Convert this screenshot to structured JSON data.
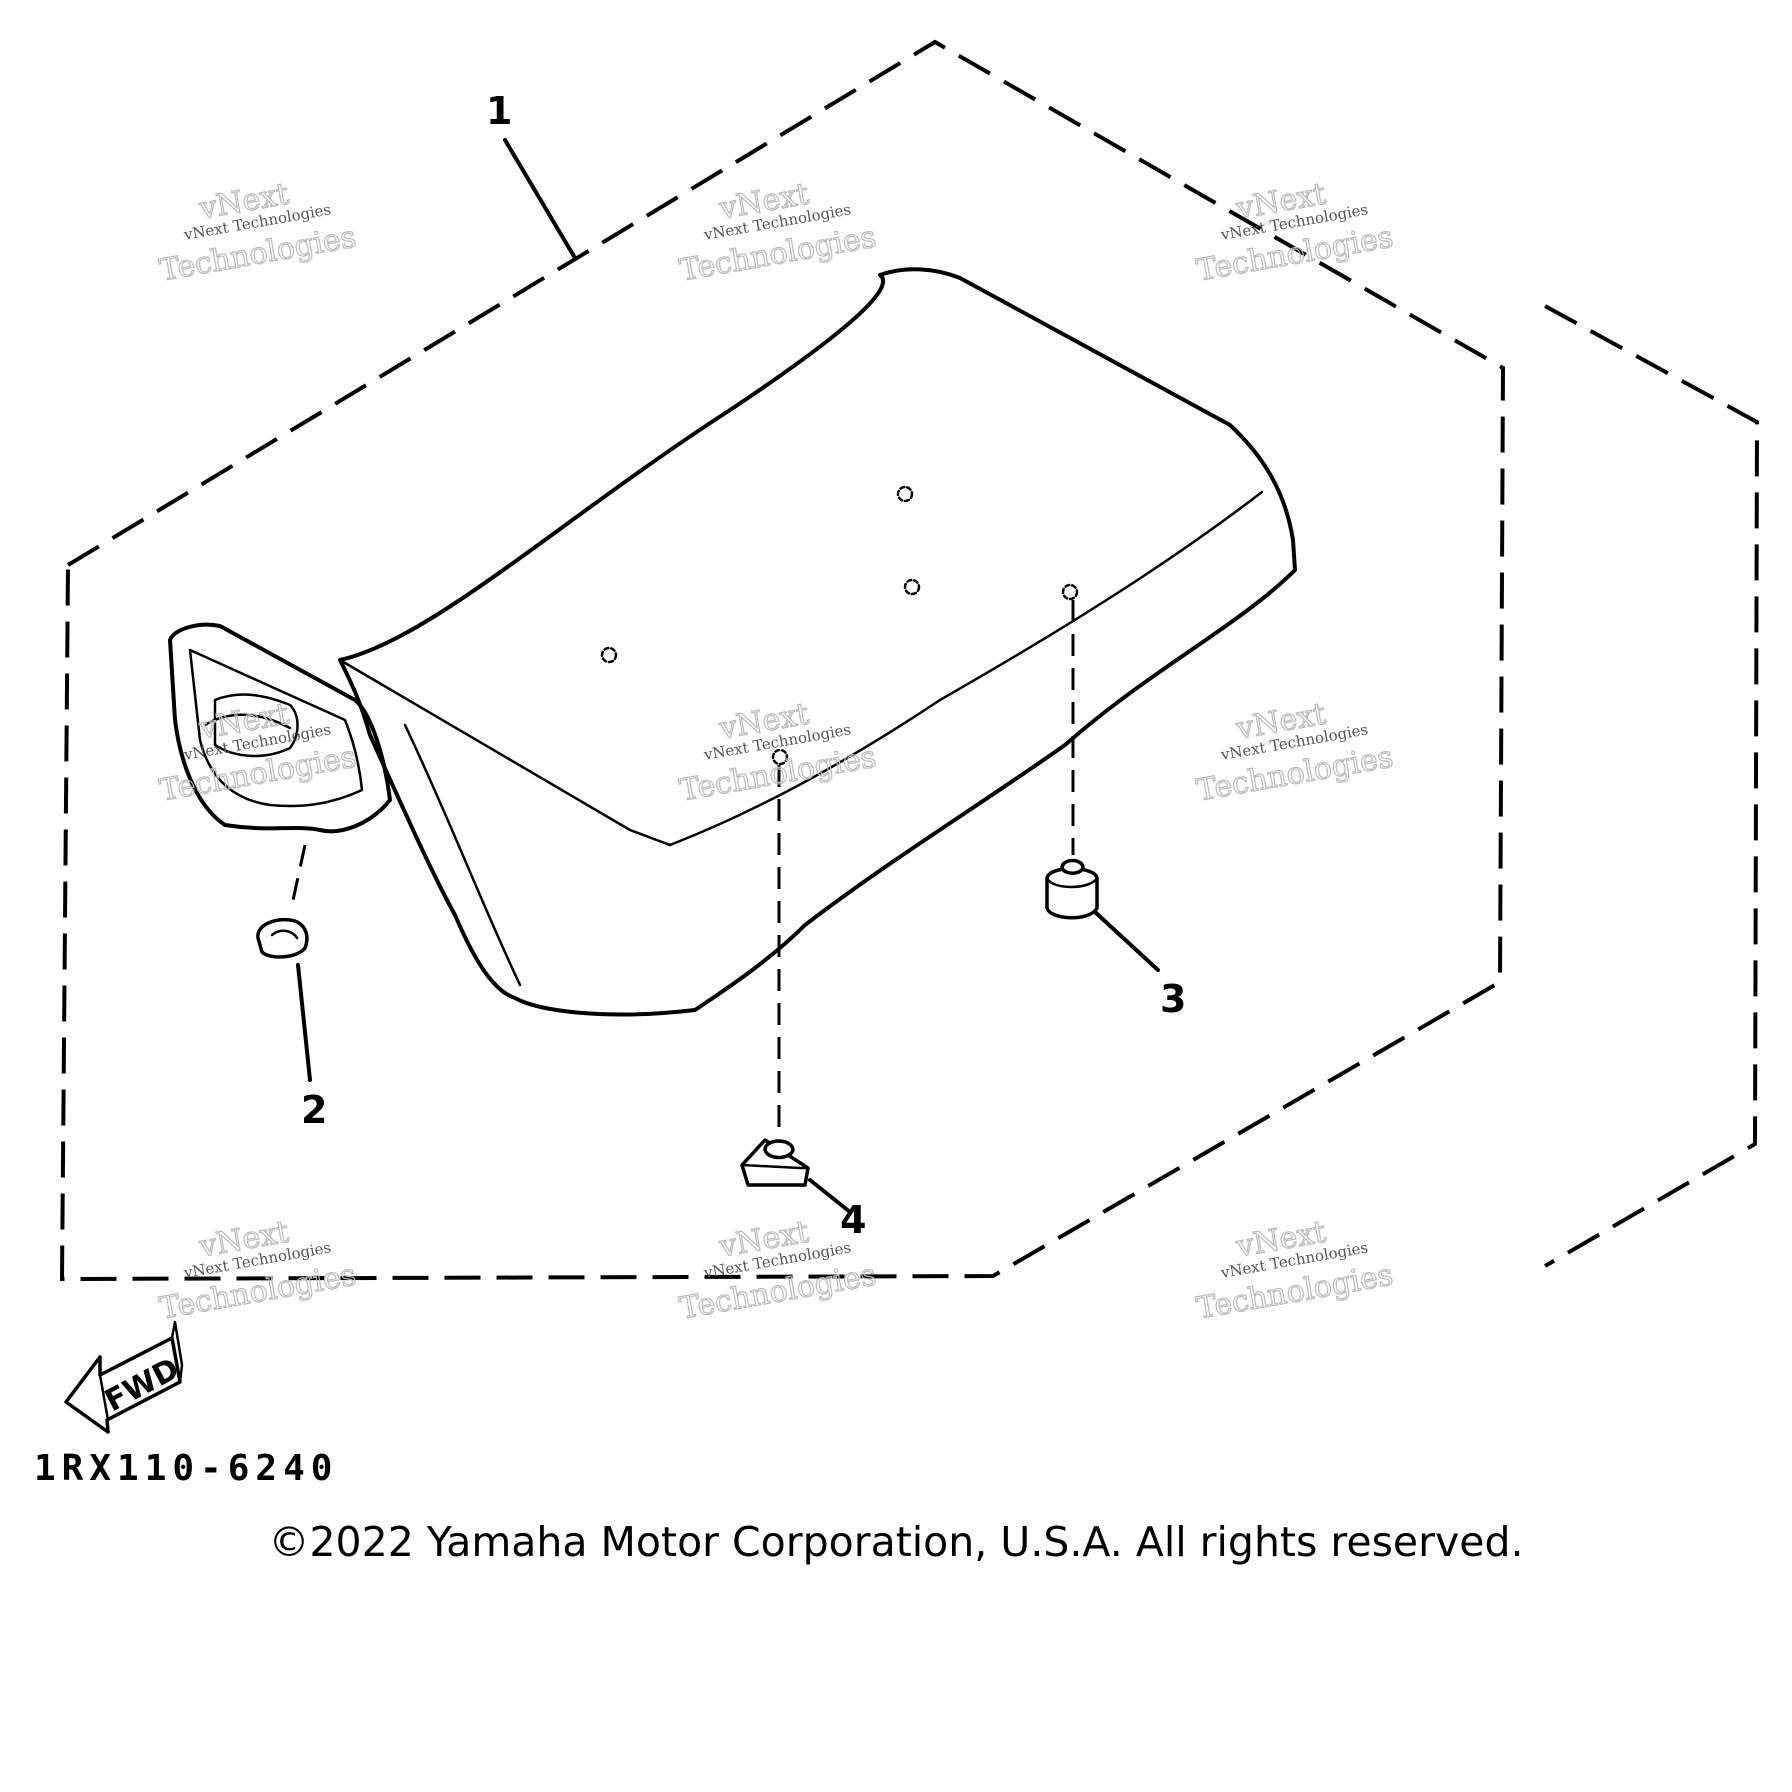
{
  "callouts": {
    "seat": "1",
    "damper_2": "2",
    "damper_3": "3",
    "bracket_4": "4"
  },
  "direction_arrow": {
    "label": "FWD"
  },
  "diagram_code": "1RX110-6240",
  "copyright": "©2022 Yamaha Motor Corporation, U.S.A. All rights reserved.",
  "watermark": {
    "line1": "vNext Technologies",
    "line2": "vNext",
    "line3": "Technologies"
  }
}
